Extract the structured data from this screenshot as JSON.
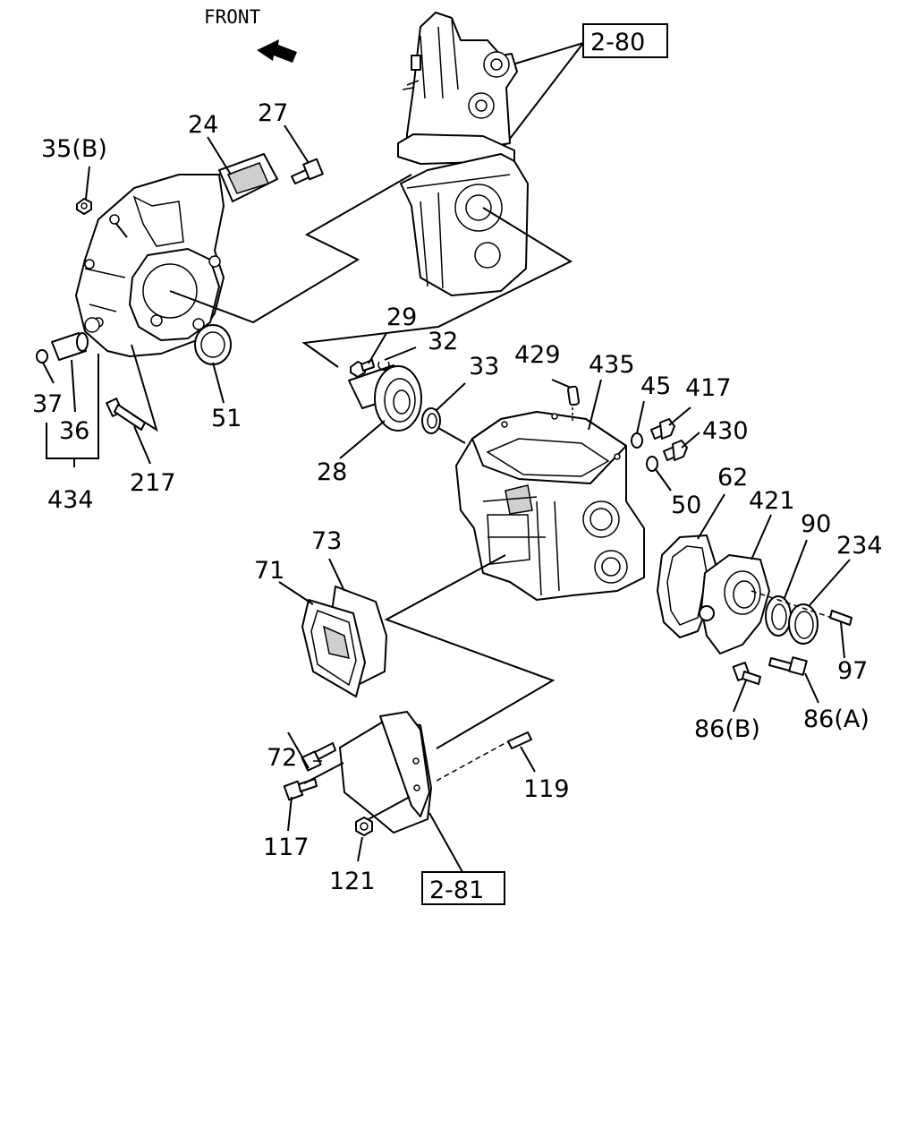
{
  "front_label": "FRONT",
  "references": {
    "r1": "2-80",
    "r2": "2-81"
  },
  "labels": {
    "p35b": "35(B)",
    "p24": "24",
    "p27": "27",
    "p37": "37",
    "p36": "36",
    "p434": "434",
    "p217": "217",
    "p51": "51",
    "p29": "29",
    "p32": "32",
    "p33": "33",
    "p28": "28",
    "p429": "429",
    "p435": "435",
    "p45": "45",
    "p417": "417",
    "p430": "430",
    "p50": "50",
    "p62": "62",
    "p421": "421",
    "p90": "90",
    "p234": "234",
    "p97": "97",
    "p86a": "86(A)",
    "p86b": "86(B)",
    "p73": "73",
    "p71": "71",
    "p72": "72",
    "p117": "117",
    "p119": "119",
    "p121": "121"
  }
}
